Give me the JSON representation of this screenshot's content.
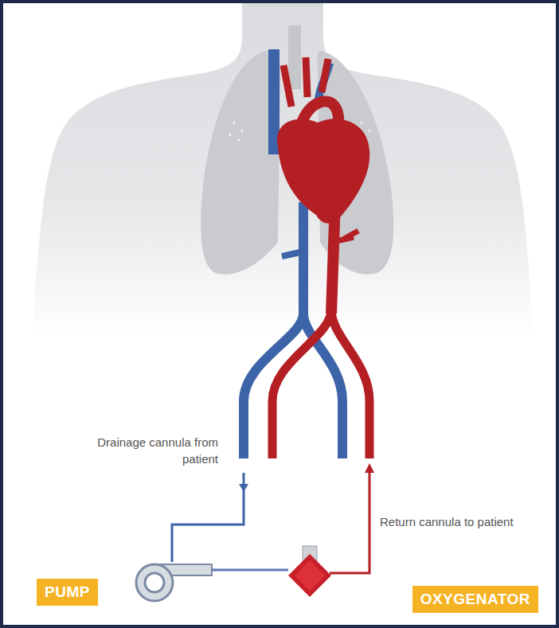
{
  "diagram": {
    "nodes": [
      {
        "text": [
          "PUMP"
        ]
      },
      {
        "text": [
          "OXYGENATOR"
        ]
      }
    ],
    "edges": [
      {
        "from": 0,
        "to": 1,
        "arrow": "none"
      }
    ],
    "labels": [
      "Drainage cannula from patient",
      "Return cannula to patient"
    ]
  }
}
